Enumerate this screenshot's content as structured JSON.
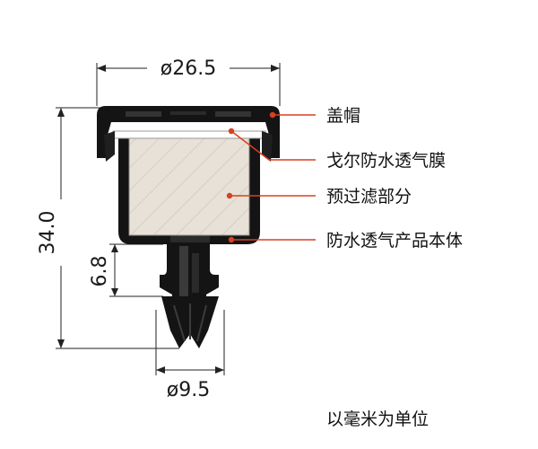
{
  "dimensions": {
    "top_diameter": "ø26.5",
    "total_height": "34.0",
    "stem_height": "6.8",
    "bottom_diameter": "ø9.5"
  },
  "labels": {
    "cap": "盖帽",
    "membrane": "戈尔防水透气膜",
    "filter": "预过滤部分",
    "body": "防水透气产品本体"
  },
  "units_note": "以毫米为单位",
  "colors": {
    "leader_line": "#d9401f",
    "body_black": "#141414",
    "filter_fill": "#e7e1d8"
  }
}
